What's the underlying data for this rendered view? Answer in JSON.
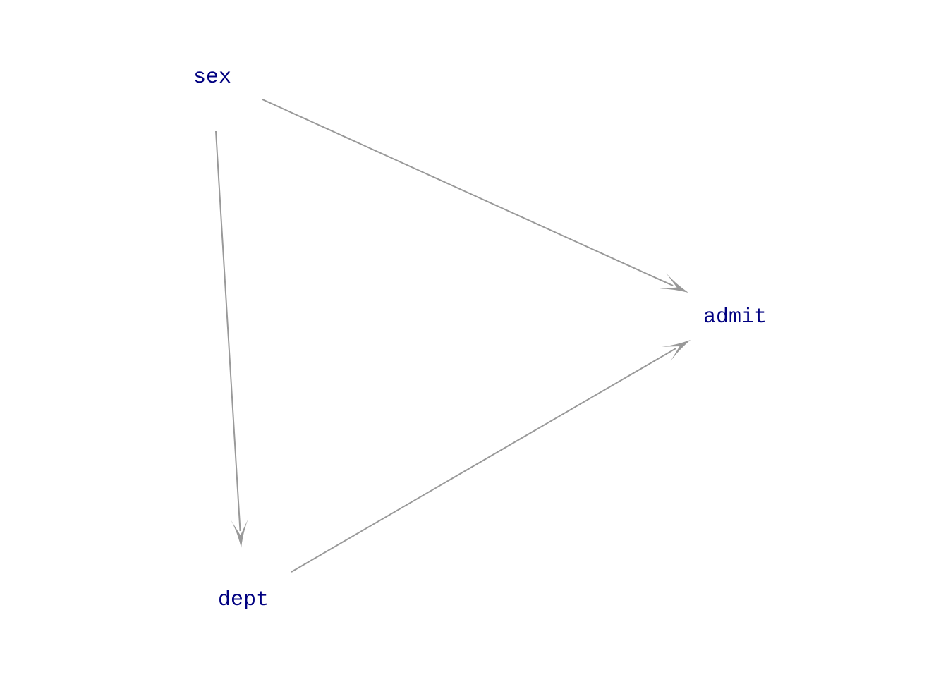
{
  "diagram": {
    "type": "directed-acyclic-graph",
    "node_color": "#000080",
    "edge_color": "#999999",
    "background": "#ffffff",
    "nodes": [
      {
        "id": "sex",
        "label": "sex"
      },
      {
        "id": "admit",
        "label": "admit"
      },
      {
        "id": "dept",
        "label": "dept"
      }
    ],
    "edges": [
      {
        "from": "sex",
        "to": "admit"
      },
      {
        "from": "sex",
        "to": "dept"
      },
      {
        "from": "dept",
        "to": "admit"
      }
    ]
  }
}
